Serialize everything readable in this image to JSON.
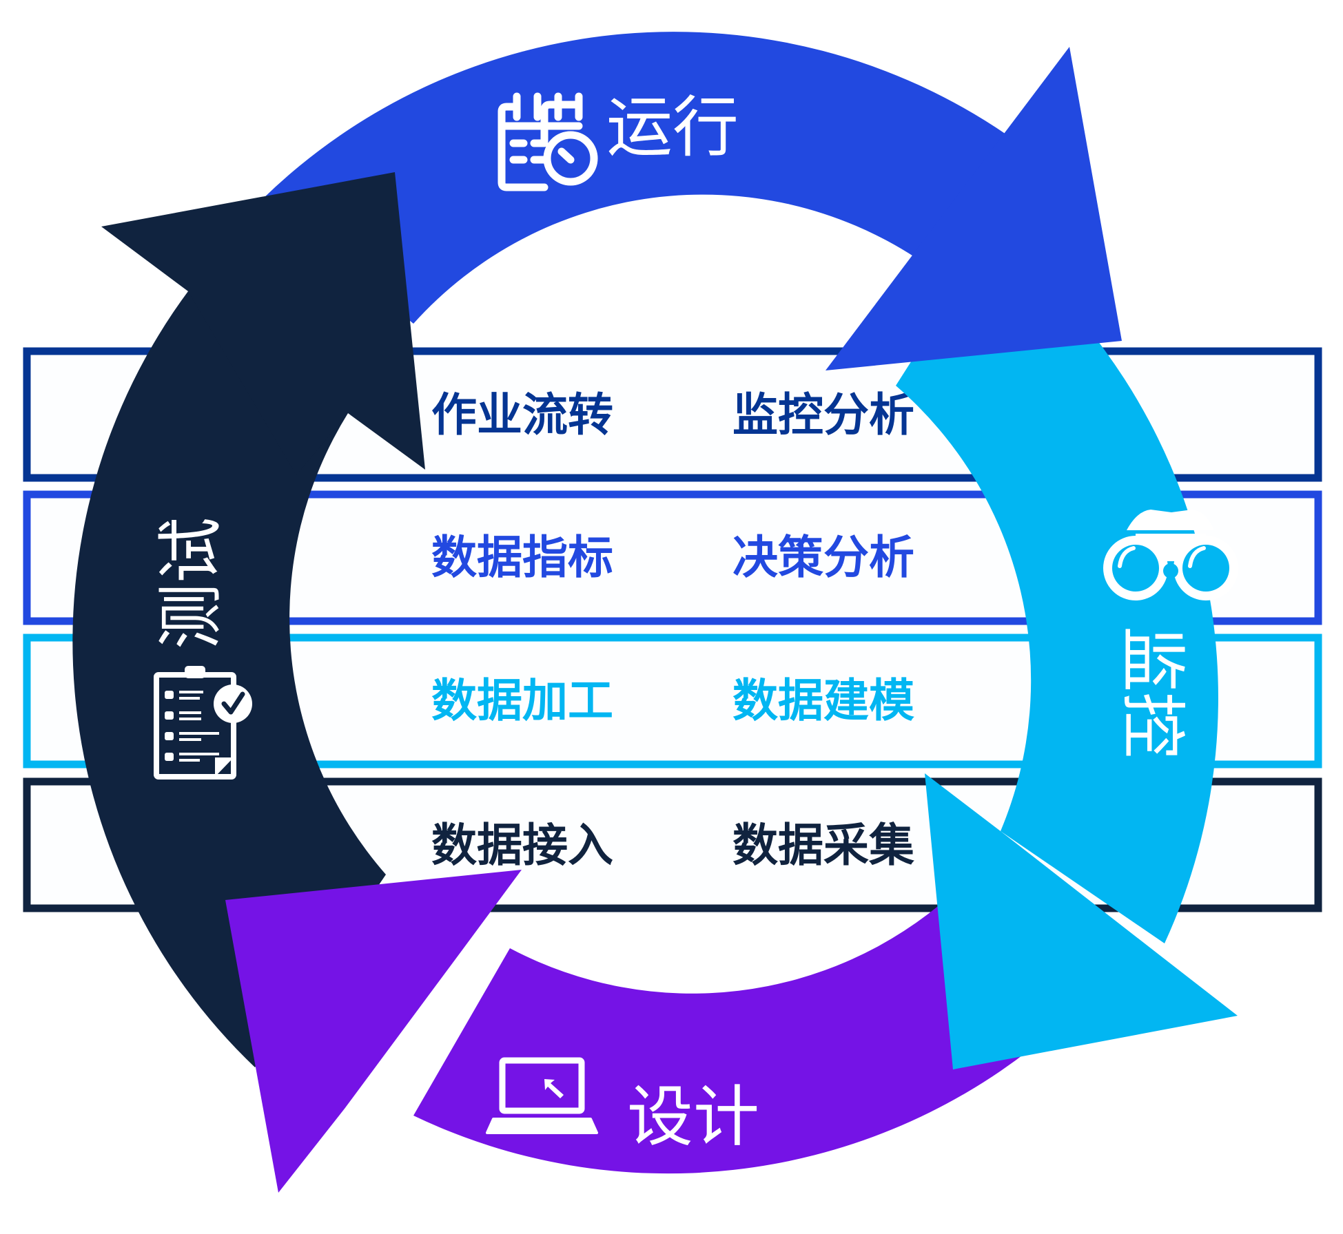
{
  "colors": {
    "run": "#2249e0",
    "monitor": "#02b6f2",
    "design": "#7513e6",
    "test": "#10233f",
    "row_1": "#053593",
    "row_2": "#2249e0",
    "row_3": "#02b6f2",
    "row_4": "#10233f",
    "icon": "#ffffff"
  },
  "cycle": [
    {
      "id": "run",
      "label": "运行",
      "icon": "calendar-clock-icon"
    },
    {
      "id": "monitor",
      "label": "监控",
      "icon": "binoculars-icon"
    },
    {
      "id": "design",
      "label": "设计",
      "icon": "laptop-cursor-icon"
    },
    {
      "id": "test",
      "label": "测试",
      "icon": "clipboard-checklist-icon"
    }
  ],
  "rows": [
    {
      "left": "作业流转",
      "right": "监控分析"
    },
    {
      "left": "数据指标",
      "right": "决策分析"
    },
    {
      "left": "数据加工",
      "right": "数据建模"
    },
    {
      "left": "数据接入",
      "right": "数据采集"
    }
  ]
}
